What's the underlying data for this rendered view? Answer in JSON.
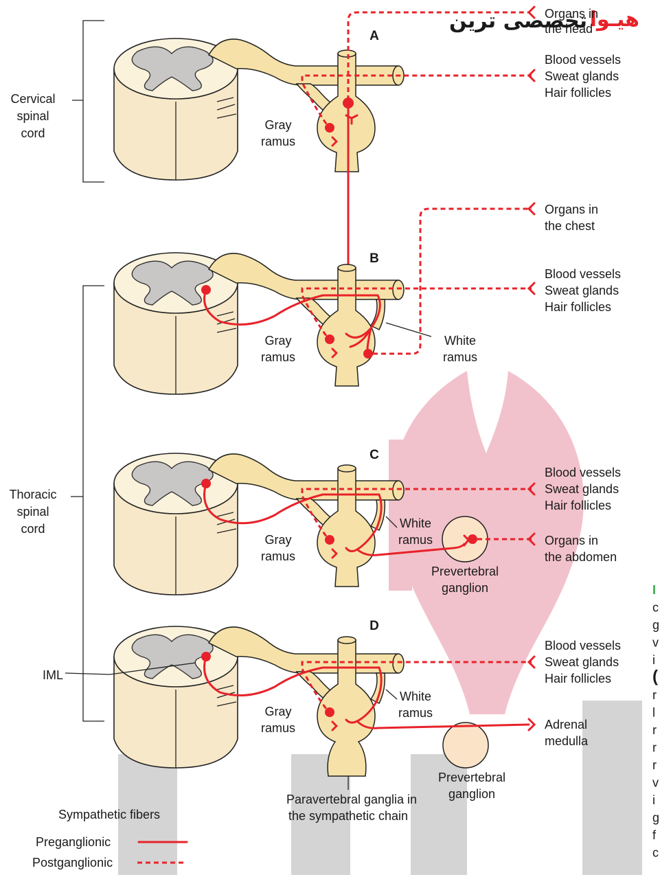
{
  "watermark": {
    "brand_red": "هیـوا",
    "brand_dark": "تخصصی ترین",
    "color_brand": "#e8222a",
    "color_mark": "#f2c2cc",
    "color_bars": "#d3d3d3"
  },
  "colors": {
    "fiber": "#e8222a",
    "cord": "#f7e8c9",
    "gray_matter": "#c9c6c6",
    "ganglion": "#f6e2a8"
  },
  "regions": {
    "cervical": [
      "Cervical",
      "spinal",
      "cord"
    ],
    "thoracic": [
      "Thoracic",
      "spinal",
      "cord"
    ],
    "iml": "IML"
  },
  "panels": {
    "A": {
      "letter": "A",
      "gray": [
        "Gray",
        "ramus"
      ],
      "targets": {
        "head": [
          "Organs in",
          "the head"
        ],
        "skin": [
          "Blood vessels",
          "Sweat glands",
          "Hair follicles"
        ]
      }
    },
    "B": {
      "letter": "B",
      "gray": [
        "Gray",
        "ramus"
      ],
      "white": [
        "White",
        "ramus"
      ],
      "targets": {
        "chest": [
          "Organs in",
          "the chest"
        ],
        "skin": [
          "Blood vessels",
          "Sweat glands",
          "Hair follicles"
        ]
      }
    },
    "C": {
      "letter": "C",
      "gray": [
        "Gray",
        "ramus"
      ],
      "white": [
        "White",
        "ramus"
      ],
      "prevert": [
        "Prevertebral",
        "ganglion"
      ],
      "targets": {
        "skin": [
          "Blood vessels",
          "Sweat glands",
          "Hair follicles"
        ],
        "abdomen": [
          "Organs in",
          "the abdomen"
        ]
      }
    },
    "D": {
      "letter": "D",
      "gray": [
        "Gray",
        "ramus"
      ],
      "white": [
        "White",
        "ramus"
      ],
      "prevert": [
        "Prevertebral",
        "ganglion"
      ],
      "targets": {
        "skin": [
          "Blood vessels",
          "Sweat glands",
          "Hair follicles"
        ],
        "adrenal": [
          "Adrenal",
          "medulla"
        ]
      }
    }
  },
  "chain_label": [
    "Paravertebral ganglia in",
    "the sympathetic chain"
  ],
  "legend": {
    "title": "Sympathetic fibers",
    "pre": "Preganglionic",
    "post": "Postganglionic"
  },
  "side_fragment": [
    "I",
    "c",
    "g",
    "v",
    "i",
    "(",
    "r",
    "l",
    "r",
    "r",
    "r",
    "v",
    "i",
    "g",
    "f",
    "c"
  ]
}
